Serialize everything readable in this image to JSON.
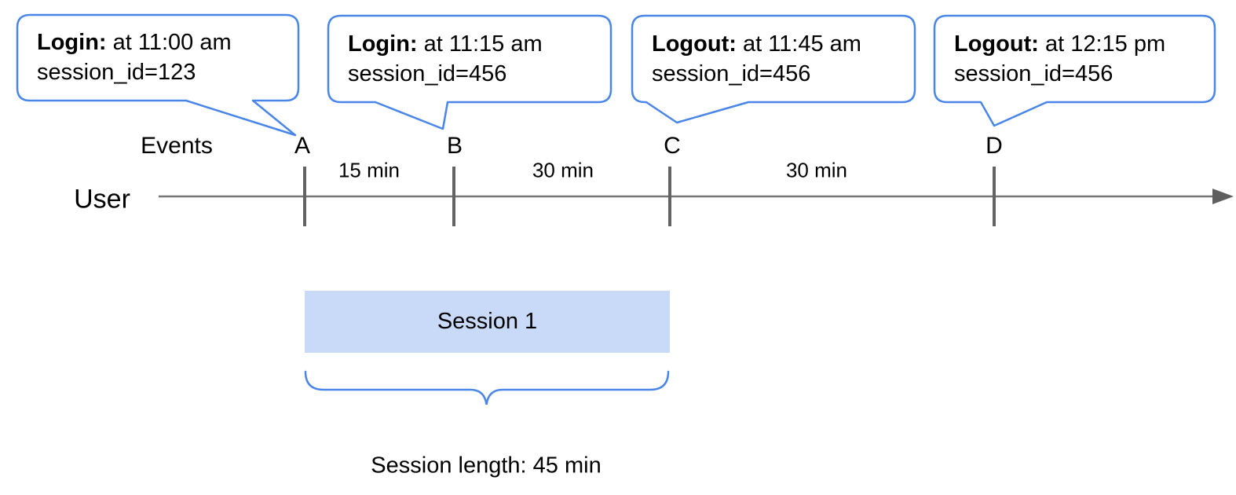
{
  "callouts": [
    {
      "event_type": "Login:",
      "time_text": " at 11:00 am",
      "session_text": "session_id=123"
    },
    {
      "event_type": "Login:",
      "time_text": " at 11:15 am",
      "session_text": "session_id=456"
    },
    {
      "event_type": "Logout:",
      "time_text": " at 11:45 am",
      "session_text": "session_id=456"
    },
    {
      "event_type": "Logout:",
      "time_text": " at 12:15 pm",
      "session_text": "session_id=456"
    }
  ],
  "timeline": {
    "events_row_label": "Events",
    "user_label": "User",
    "event_labels": [
      "A",
      "B",
      "C",
      "D"
    ],
    "interval_labels": [
      "15 min",
      "30 min",
      "30 min"
    ]
  },
  "session": {
    "label": "Session 1",
    "length_label": "Session length: 45 min"
  },
  "colors": {
    "accent_blue": "#4a86e8",
    "session_fill": "#c9daf8",
    "timeline_gray": "#757575",
    "tick_gray": "#636363"
  }
}
